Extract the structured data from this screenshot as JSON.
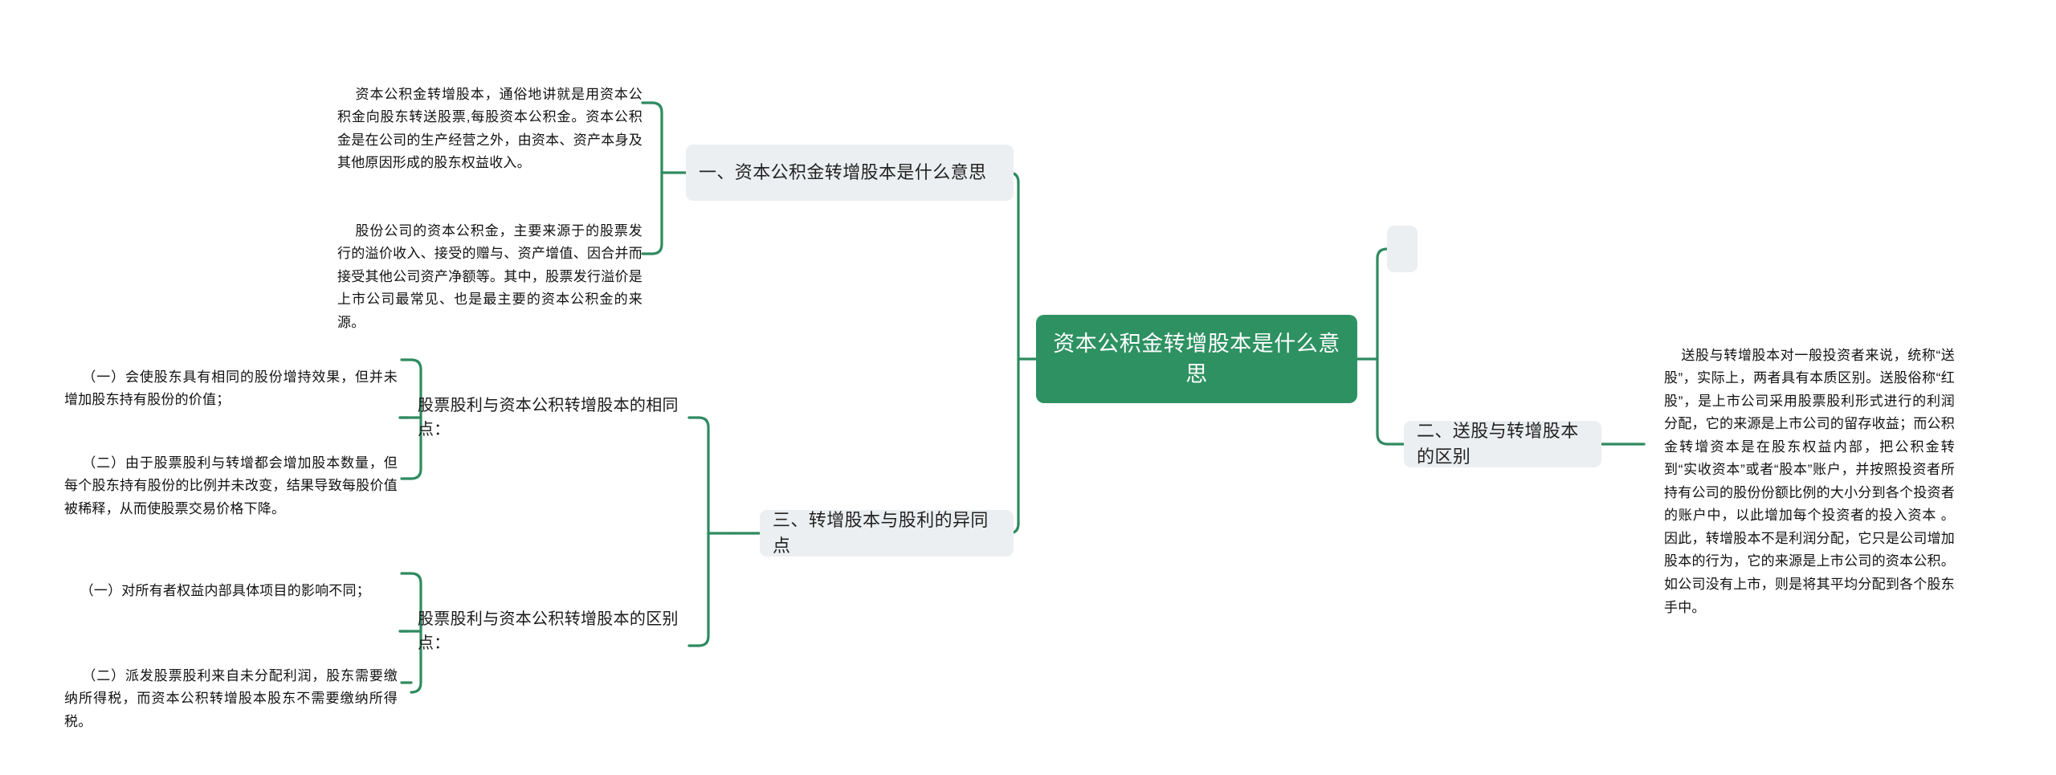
{
  "theme": {
    "root_fill": "#2e9162",
    "root_text": "#ffffff",
    "topic_fill": "#eceff1",
    "topic_text": "#222222",
    "line_color": "#2e8b5f",
    "body_text": "#111111",
    "background": "#ffffff"
  },
  "mindmap": {
    "root": {
      "text": "资本公积金转增股本是什么意思"
    },
    "branches": [
      {
        "id": "branch-1",
        "title": "一、资本公积金转增股本是什么意思",
        "leaves": [
          {
            "id": "leaf-1-1",
            "text": "资本公积金转增股本，通俗地讲就是用资本公积金向股东转送股票,每股资本公积金。资本公积金是在公司的生产经营之外，由资本、资产本身及其他原因形成的股东权益收入。"
          },
          {
            "id": "leaf-1-2",
            "text": "股份公司的资本公积金，主要来源于的股票发行的溢价收入、接受的赠与、资产增值、因合并而接受其他公司资产净额等。其中，股票发行溢价是上市公司最常见、也是最主要的资本公积金的来源。"
          }
        ]
      },
      {
        "id": "branch-blank",
        "title": "",
        "leaves": []
      },
      {
        "id": "branch-2",
        "title": "二、送股与转增股本的区别",
        "leaves": [
          {
            "id": "leaf-2-1",
            "text": "送股与转增股本对一般投资者来说，统称“送股”，实际上，两者具有本质区别。送股俗称“红股”，是上市公司采用股票股利形式进行的利润分配，它的来源是上市公司的留存收益；而公积金转增资本是在股东权益内部，把公积金转到“实收资本”或者“股本”账户，并按照投资者所持有公司的股份份额比例的大小分到各个投资者的账户中，以此增加每个投资者的投入资本 。因此，转增股本不是利润分配，它只是公司增加股本的行为，它的来源是上市公司的资本公积。如公司没有上市，则是将其平均分配到各个股东手中。"
          }
        ]
      },
      {
        "id": "branch-3",
        "title": "三、转增股本与股利的异同点",
        "subgroups": [
          {
            "id": "group-3-1",
            "label": "股票股利与资本公积转增股本的相同点：",
            "leaves": [
              {
                "id": "leaf-3-1-1",
                "text": "（一）会使股东具有相同的股份增持效果，但并未增加股东持有股份的价值；"
              },
              {
                "id": "leaf-3-1-2",
                "text": "（二）由于股票股利与转增都会增加股本数量，但每个股东持有股份的比例并未改变，结果导致每股价值被稀释，从而使股票交易价格下降。"
              }
            ]
          },
          {
            "id": "group-3-2",
            "label": "股票股利与资本公积转增股本的区别点：",
            "leaves": [
              {
                "id": "leaf-3-2-1",
                "text": "（一）对所有者权益内部具体项目的影响不同；"
              },
              {
                "id": "leaf-3-2-2",
                "text": "（二）派发股票股利来自未分配利润，股东需要缴纳所得税，而资本公积转增股本股东不需要缴纳所得税。"
              }
            ]
          }
        ]
      }
    ]
  }
}
